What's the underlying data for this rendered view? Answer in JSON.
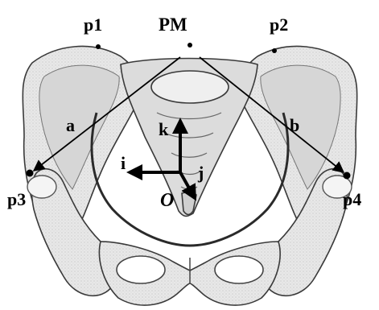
{
  "labels": {
    "pm": "PM",
    "p1": "p1",
    "p2": "p2",
    "p3": "p3",
    "p4": "p4",
    "a": "a",
    "b": "b",
    "i": "i",
    "j": "j",
    "k": "k",
    "origin": "O"
  },
  "colors": {
    "ink": "#000000",
    "bone_fill": "#e6e6e6",
    "bone_shade": "#b8b8b8",
    "bone_outline": "#3a3a3a",
    "background": "#ffffff"
  }
}
